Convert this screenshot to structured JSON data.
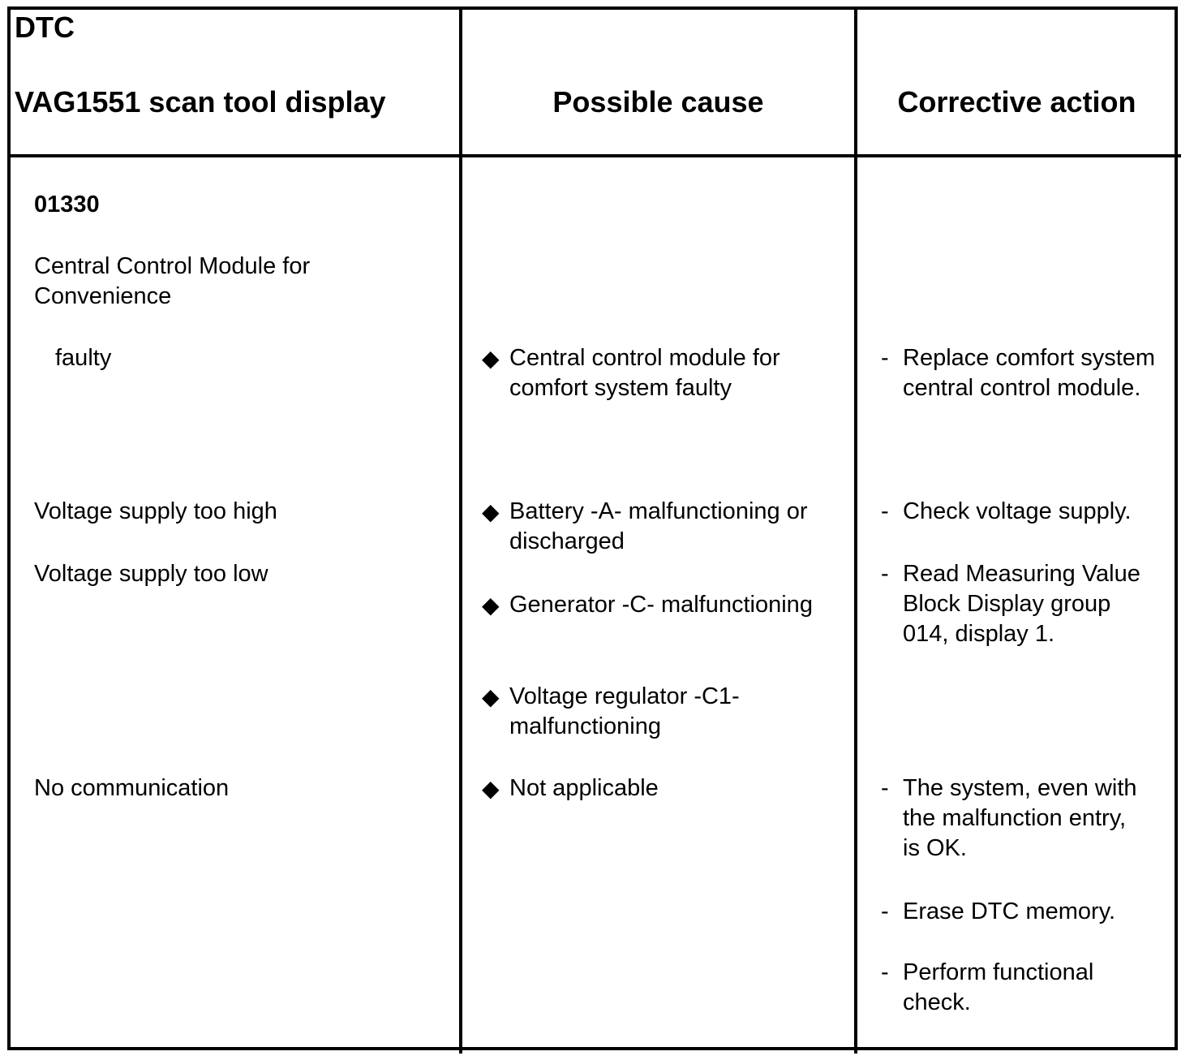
{
  "header": {
    "col1_line1": "DTC",
    "col1_line2": "VAG1551 scan tool display",
    "col2": "Possible cause",
    "col3": "Corrective action"
  },
  "dtc": {
    "code": "01330",
    "title": "Central Control Module for Convenience"
  },
  "conditions": [
    {
      "display": "faulty"
    },
    {
      "display": "Voltage supply too high"
    },
    {
      "display": "Voltage supply too low"
    },
    {
      "display": "No communication"
    }
  ],
  "causes": [
    "Central control module for comfort system faulty",
    "Battery -A- malfunctioning or discharged",
    "Generator -C- malfunctioning",
    "Voltage regulator -C1- malfunctioning",
    "Not applicable"
  ],
  "actions": [
    "Replace comfort system central control module.",
    "Check voltage supply.",
    "Read Measuring Value Block Display group 014, display 1.",
    "The system, even with the malfunction entry, is OK.",
    "Erase DTC memory.",
    "Perform functional check."
  ],
  "icons": {
    "bullet": "black-diamond",
    "dash": "-"
  }
}
